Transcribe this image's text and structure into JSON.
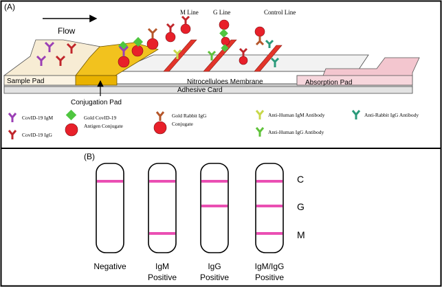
{
  "panel_a": {
    "label": "(A)",
    "flow_label": "Flow",
    "top_labels": {
      "m_line": "M Line",
      "g_line": "G Line",
      "control_line": "Control Line"
    },
    "strip_labels": {
      "sample_pad": "Sample Pad",
      "nitrocellulose": "Nitrocelluloes Membrane",
      "absorption_pad": "Absorption Pad",
      "adhesive_card": "Adhesive Card",
      "conjugation_pad": "Conjugation Pad"
    },
    "legend": {
      "igm": "CovID-19  IgM",
      "igg": "CovID-19  IgG",
      "gold_antigen_1": "Gold CovID-19",
      "gold_antigen_2": "Antigen Conjugate",
      "gold_rabbit_1": "Gold Rabbit IgG",
      "gold_rabbit_2": "Conjugate",
      "anti_igm": "Anti-Human IgM Antibody",
      "anti_igg": "Anti-Human IgG Antibody",
      "anti_rabbit": "Anti-Rabbit IgG Antibody"
    },
    "colors": {
      "igm": "#9b3fb5",
      "igg": "#c0262b",
      "gold": "#e8202a",
      "antigen": "#4fc640",
      "rabbit": "#b5562a",
      "anti_igm": "#c8d84a",
      "anti_igg": "#5fc23a",
      "anti_rabbit": "#2a9a7a",
      "conjugation_pad": "#f2c21e",
      "absorption_pad": "#f3c6cf",
      "sample_pad": "#f7ecd4",
      "test_line": "#e3342a"
    }
  },
  "panel_b": {
    "label": "(B)",
    "strips": [
      {
        "name1": "Negative",
        "name2": "",
        "has_c": true,
        "has_g": false,
        "has_m": false
      },
      {
        "name1": "IgM",
        "name2": "Positive",
        "has_c": true,
        "has_g": false,
        "has_m": true
      },
      {
        "name1": "IgG",
        "name2": "Positive",
        "has_c": true,
        "has_g": true,
        "has_m": false
      },
      {
        "name1": "IgM/IgG",
        "name2": "Positive",
        "has_c": true,
        "has_g": true,
        "has_m": true
      }
    ],
    "band_labels": {
      "c": "C",
      "g": "G",
      "m": "M"
    },
    "band_color": "#ea4fb3"
  }
}
